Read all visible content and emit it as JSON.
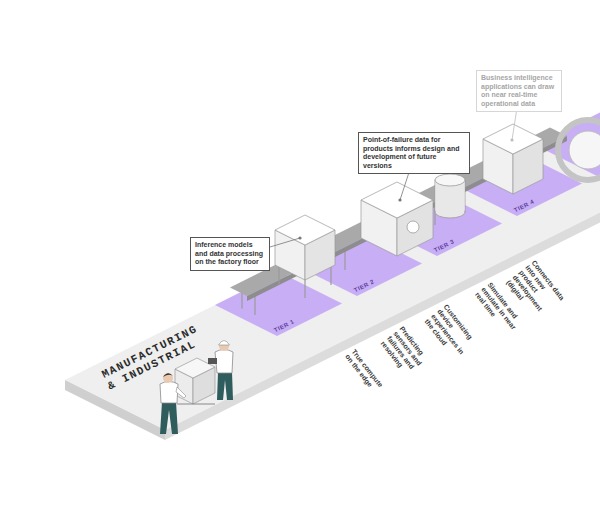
{
  "diagram": {
    "nodes": [
      {
        "text": [
          "Inference models and data processing on the factory floor"
        ]
      },
      {
        "text": [
          "Point-of-failure data for products informs design and development of future versions"
        ]
      },
      {
        "text": [
          "Business intelligence applications can draw on near real-time operational data"
        ]
      }
    ],
    "labels": [
      "MANUFACTURING & INDUSTRIAL",
      "TIER 1",
      "TIER 2",
      "TIER 3",
      "TIER 4",
      "True compute on the edge",
      "Predicting sensors and failures and resolving",
      "Customizing device experiences in the cloud",
      "Simulate and emulate in near real time",
      "Connects data into new product development (digital"
    ]
  }
}
